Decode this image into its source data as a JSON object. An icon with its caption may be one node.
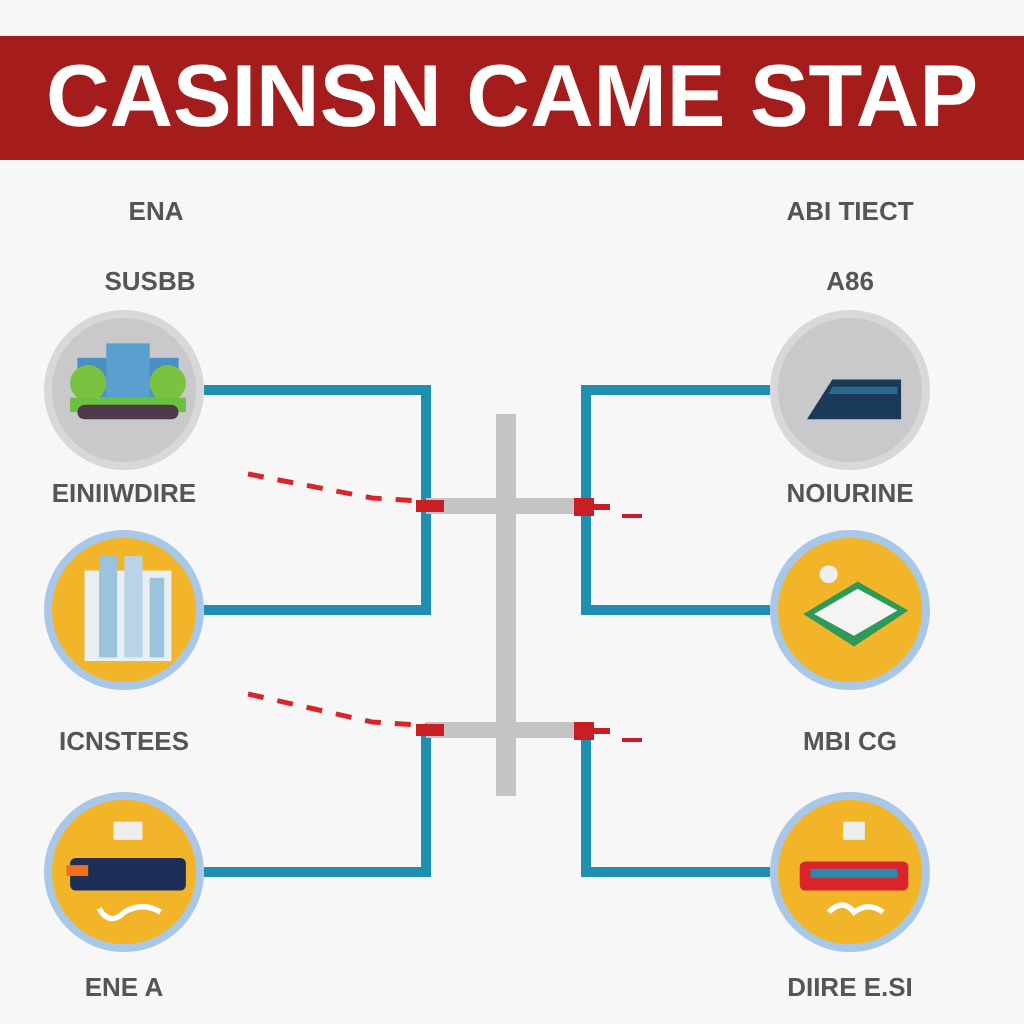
{
  "diagram": {
    "title": "CASINSN CAME STAP",
    "nodes": [
      {
        "text": [],
        "shape": "picture"
      },
      {
        "text": [],
        "shape": "picture"
      },
      {
        "text": [],
        "shape": "picture"
      },
      {
        "text": [],
        "shape": "picture"
      },
      {
        "text": [],
        "shape": "picture"
      },
      {
        "text": [],
        "shape": "picture"
      },
      {
        "text": [],
        "shape": "bar"
      }
    ],
    "edges": [
      {
        "from": 0,
        "to": 6,
        "arrow": "none"
      },
      {
        "from": 1,
        "to": 6,
        "arrow": "none"
      },
      {
        "from": 2,
        "to": 6,
        "arrow": "none"
      },
      {
        "from": 3,
        "to": 6,
        "arrow": "none"
      },
      {
        "from": 4,
        "to": 6,
        "arrow": "none"
      },
      {
        "from": 5,
        "to": 6,
        "arrow": "none"
      },
      {
        "from": 0,
        "to": 6,
        "arrow": "none",
        "style": "dashed",
        "color": "#d8242a"
      },
      {
        "from": 1,
        "to": 6,
        "arrow": "none",
        "style": "dashed",
        "color": "#d8242a"
      }
    ],
    "labels": [
      "ENA",
      "ABI TIECT",
      "SUSBB",
      "A86",
      "EINIIWDIRE",
      "NOIURINE",
      "ICNSTEES",
      "MBI CG",
      "ENE A",
      "DIIRE E.SI"
    ]
  }
}
